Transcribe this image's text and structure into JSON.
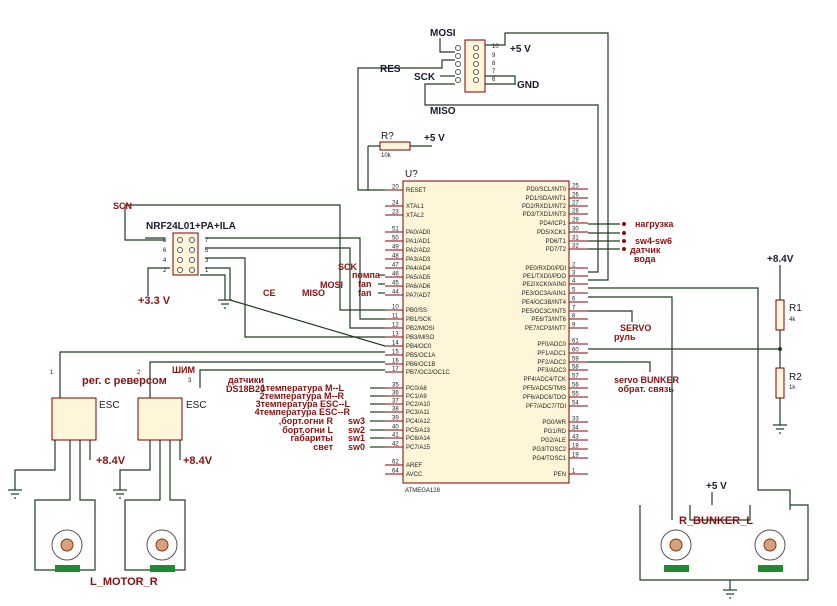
{
  "mcu": {
    "ref": "U?",
    "part": "ATMEGA128",
    "left_pins": [
      {
        "num": "20",
        "name": "RESET"
      },
      {
        "num": "24",
        "name": "XTAL1"
      },
      {
        "num": "23",
        "name": "XTAL2"
      },
      {
        "num": "51",
        "name": "PA0/AD0"
      },
      {
        "num": "50",
        "name": "PA1/AD1"
      },
      {
        "num": "49",
        "name": "PA2/AD2"
      },
      {
        "num": "48",
        "name": "PA3/AD3"
      },
      {
        "num": "47",
        "name": "PA4/AD4"
      },
      {
        "num": "46",
        "name": "PA5/AD5"
      },
      {
        "num": "45",
        "name": "PA6/AD6"
      },
      {
        "num": "44",
        "name": "PA7/AD7"
      },
      {
        "num": "10",
        "name": "PB0/SS"
      },
      {
        "num": "11",
        "name": "PB1/SCK"
      },
      {
        "num": "12",
        "name": "PB2/MOSI"
      },
      {
        "num": "13",
        "name": "PB3/MISO"
      },
      {
        "num": "14",
        "name": "PB4/OC0"
      },
      {
        "num": "15",
        "name": "PB5/OC1A"
      },
      {
        "num": "16",
        "name": "PB6/OC1B"
      },
      {
        "num": "17",
        "name": "PB7/OC2/OC1C"
      },
      {
        "num": "35",
        "name": "PC0/A8"
      },
      {
        "num": "36",
        "name": "PC1/A9"
      },
      {
        "num": "37",
        "name": "PC2/A10"
      },
      {
        "num": "38",
        "name": "PC3/A11"
      },
      {
        "num": "39",
        "name": "PC4/A12"
      },
      {
        "num": "40",
        "name": "PC5/A13"
      },
      {
        "num": "41",
        "name": "PC6/A14"
      },
      {
        "num": "42",
        "name": "PC7/A15"
      },
      {
        "num": "62",
        "name": "AREF"
      },
      {
        "num": "64",
        "name": "AVCC"
      }
    ],
    "right_pins": [
      {
        "num": "25",
        "name": "PD0/SCL/INT0"
      },
      {
        "num": "26",
        "name": "PD1/SDA/INT1"
      },
      {
        "num": "27",
        "name": "PD2/RXD1/INT2"
      },
      {
        "num": "28",
        "name": "PD3/TXD1/INT3"
      },
      {
        "num": "29",
        "name": "PD4/ICP1"
      },
      {
        "num": "30",
        "name": "PD5/XCK1"
      },
      {
        "num": "31",
        "name": "PD6/T1"
      },
      {
        "num": "32",
        "name": "PD7/T2"
      },
      {
        "num": "2",
        "name": "PE0/RXD0/PDI"
      },
      {
        "num": "3",
        "name": "PE1/TXD0/PDO"
      },
      {
        "num": "4",
        "name": "PE2/XCK0/AIN0"
      },
      {
        "num": "5",
        "name": "PE3/OC3A/AIN1"
      },
      {
        "num": "6",
        "name": "PE4/OC3B/INT4"
      },
      {
        "num": "7",
        "name": "PE5/OC3C/INT5"
      },
      {
        "num": "8",
        "name": "PE6/T3/INT6"
      },
      {
        "num": "9",
        "name": "PE7/ICP3/INT7"
      },
      {
        "num": "61",
        "name": "PF0/ADC0"
      },
      {
        "num": "60",
        "name": "PF1/ADC1"
      },
      {
        "num": "59",
        "name": "PF2/ADC2"
      },
      {
        "num": "58",
        "name": "PF3/ADC3"
      },
      {
        "num": "57",
        "name": "PF4/ADC4/TCK"
      },
      {
        "num": "56",
        "name": "PF5/ADC5/TMS"
      },
      {
        "num": "55",
        "name": "PF6/ADC6/TDO"
      },
      {
        "num": "54",
        "name": "PF7/ADC7/TDI"
      },
      {
        "num": "33",
        "name": "PG0/WR"
      },
      {
        "num": "34",
        "name": "PG1/RD"
      },
      {
        "num": "43",
        "name": "PG2/ALE"
      },
      {
        "num": "18",
        "name": "PG3/TOSC2"
      },
      {
        "num": "19",
        "name": "PG4/TOSC1"
      },
      {
        "num": "1",
        "name": "PEN"
      }
    ]
  },
  "isp": {
    "pin_numbers": [
      "10",
      "9",
      "8",
      "7",
      "6"
    ],
    "mosi": "MOSI",
    "res": "RES",
    "sck": "SCK",
    "miso": "MISO",
    "vcc": "+5 V",
    "gnd": "GND"
  },
  "reset_resistor": {
    "ref": "R?",
    "value": "10k",
    "supply": "+5 V"
  },
  "nrf": {
    "title": "NRF24L01+PA+ILA",
    "supply": "+3.3 V",
    "pins_left": [
      "8",
      "6",
      "4",
      "2"
    ],
    "pins_right": [
      "7",
      "5",
      "3",
      "1"
    ],
    "scn": "SCN",
    "sck": "SCK",
    "mosi": "MOSI",
    "miso": "MISO",
    "ce": "CE"
  },
  "nets_pa": [
    "помпа",
    "fan",
    "fan"
  ],
  "nets_pc": [
    {
      "label": "1температура M--L",
      "sw": ""
    },
    {
      "label": "2температура M--R",
      "sw": ""
    },
    {
      "label": "3температура ESC--L",
      "sw": ""
    },
    {
      "label": "4температура ESC--R",
      "sw": ""
    },
    {
      "label": ",борт.огни R",
      "sw": "sw3"
    },
    {
      "label": "борт.огни L",
      "sw": "sw2"
    },
    {
      "label": "габариты",
      "sw": "sw1"
    },
    {
      "label": "свет",
      "sw": "sw0"
    }
  ],
  "nets_pd": [
    "нагрузка",
    "sw4-sw6",
    "датчик",
    "вода"
  ],
  "servo": {
    "line1": "SERVO",
    "line2": "руль"
  },
  "servo_bunker": {
    "line1": "servo BUNKER",
    "line2": "обрат. связь"
  },
  "sensors": {
    "line1": "датчики",
    "line2": "DS18B20"
  },
  "pwm": "ШИМ",
  "esc_reverse": "рег. с реверсом",
  "esc_left": {
    "label": "ESC",
    "supply": "+8.4V",
    "num": "1"
  },
  "esc_right": {
    "label": "ESC",
    "supply": "+8.4V",
    "num": "2"
  },
  "esc_pwm_num": "3",
  "divider": {
    "supply": "+8.4V",
    "r1": "R1",
    "r1_value": "4k",
    "r2": "R2",
    "r2_value": "1k"
  },
  "motors_label": "L_MOTOR_R",
  "bunker": {
    "label": "R_BUNKER_L",
    "supply": "+5 V"
  }
}
